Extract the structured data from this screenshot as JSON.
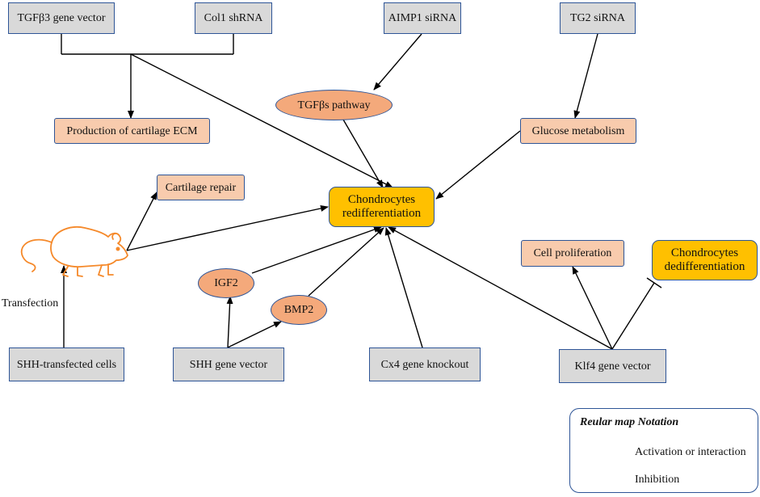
{
  "nodes": {
    "tgfb3_vector": "TGFβ3 gene vector",
    "col1_shrna": "Col1 shRNA",
    "aimp1_sirna": "AIMP1 siRNA",
    "tg2_sirna": "TG2 siRNA",
    "tgfbs_pathway": "TGFβs pathway",
    "cartilage_ecm": "Production of cartilage ECM",
    "glucose_metabolism": "Glucose metabolism",
    "cartilage_repair": "Cartilage repair",
    "chondro_redifferentiation": "Chondrocytes redifferentiation",
    "cell_proliferation": "Cell proliferation",
    "chondro_dedifferentiation": "Chondrocytes dedifferentiation",
    "igf2": "IGF2",
    "bmp2": "BMP2",
    "shh_cells": "SHH-transfected cells",
    "shh_vector": "SHH gene vector",
    "cx4_knockout": "Cx4 gene knockout",
    "klf4_vector": "Klf4 gene vector",
    "transfection_label": "Transfection"
  },
  "icons": {
    "mouse": "mouse-icon"
  },
  "legend": {
    "title": "Reular map Notation",
    "activation": "Activation or interaction",
    "inhibition": "Inhibition"
  },
  "colors": {
    "gene_box": "#d9d9d9",
    "process_box": "#f8cbad",
    "target_box": "#ffc000",
    "pathway_ellipse": "#f4a97b",
    "border": "#2e5597",
    "mouse": "#f5892a"
  }
}
